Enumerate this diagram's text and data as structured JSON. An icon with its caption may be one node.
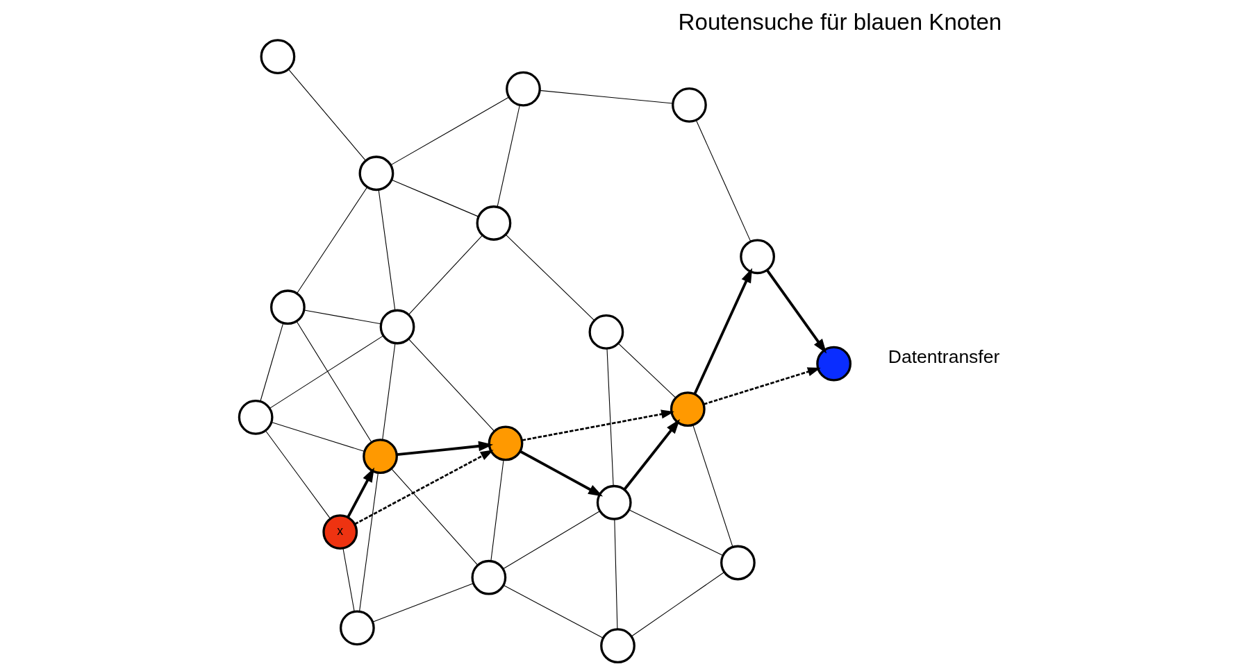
{
  "diagram": {
    "title": "Routensuche für blauen Knoten",
    "nodes": [
      {
        "text": [],
        "shape": "circle"
      },
      {
        "text": [],
        "shape": "circle"
      },
      {
        "text": [],
        "shape": "circle"
      },
      {
        "text": [
          "x"
        ]
      },
      {
        "text": [],
        "shape": "circle"
      },
      {
        "text": [],
        "shape": "circle"
      },
      {
        "text": [],
        "shape": "circle"
      },
      {
        "text": [],
        "shape": "circle"
      },
      {
        "text": [],
        "shape": "circle"
      },
      {
        "text": [],
        "shape": "circle"
      },
      {
        "text": [],
        "shape": "circle"
      },
      {
        "text": [],
        "shape": "circle"
      },
      {
        "text": [],
        "shape": "circle"
      },
      {
        "text": [],
        "shape": "circle"
      },
      {
        "text": [],
        "shape": "circle"
      },
      {
        "text": [],
        "shape": "circle"
      },
      {
        "text": [],
        "shape": "circle"
      },
      {
        "text": [],
        "shape": "circle"
      },
      {
        "text": [],
        "shape": "circle"
      },
      {
        "text": [],
        "shape": "circle"
      }
    ],
    "edges": [
      {
        "from": 0,
        "to": 3,
        "arrow": "none"
      },
      {
        "from": 0,
        "to": 4,
        "arrow": "none"
      },
      {
        "from": 0,
        "to": 2,
        "arrow": "none"
      },
      {
        "from": 2,
        "to": 1,
        "arrow": "none"
      },
      {
        "from": 2,
        "to": 4,
        "arrow": "none"
      },
      {
        "from": 2,
        "to": 5,
        "arrow": "none"
      },
      {
        "from": 2,
        "to": 6,
        "arrow": "none"
      },
      {
        "from": 1,
        "to": 6,
        "arrow": "none"
      },
      {
        "from": 1,
        "to": 7,
        "arrow": "none"
      },
      {
        "from": 3,
        "to": 8,
        "arrow": "none"
      },
      {
        "from": 4,
        "to": 8,
        "arrow": "none"
      },
      {
        "from": 4,
        "to": 12,
        "arrow": "none"
      },
      {
        "from": 4,
        "to": 11,
        "arrow": "none"
      },
      {
        "from": 5,
        "to": 11,
        "arrow": "none"
      },
      {
        "from": 6,
        "to": 7,
        "arrow": "none"
      },
      {
        "from": 6,
        "to": 10,
        "arrow": "none"
      },
      {
        "from": 7,
        "to": 9,
        "arrow": "none"
      },
      {
        "from": 8,
        "to": 11,
        "arrow": "none"
      },
      {
        "from": 8,
        "to": 12,
        "arrow": "none"
      },
      {
        "from": 9,
        "to": 10,
        "arrow": "none"
      },
      {
        "from": 10,
        "to": 13,
        "arrow": "none"
      },
      {
        "from": 11,
        "to": 12,
        "arrow": "none"
      },
      {
        "from": 11,
        "to": 13,
        "arrow": "none"
      },
      {
        "from": 11,
        "to": 15,
        "arrow": "none"
      },
      {
        "from": 12,
        "to": 15,
        "arrow": "none"
      },
      {
        "from": 13,
        "to": 15,
        "arrow": "none"
      },
      {
        "from": 13,
        "to": 17,
        "arrow": "none"
      },
      {
        "from": 15,
        "to": 18,
        "arrow": "none"
      },
      {
        "from": 15,
        "to": 17,
        "arrow": "none"
      },
      {
        "from": 17,
        "to": 19,
        "arrow": "none"
      },
      {
        "from": 19,
        "to": 16,
        "arrow": "none"
      },
      {
        "from": 3,
        "to": 4,
        "arrow": "to",
        "style": "thick"
      },
      {
        "from": 4,
        "to": 5,
        "arrow": "to",
        "style": "thick"
      },
      {
        "from": 5,
        "to": 6,
        "arrow": "to",
        "style": "thick"
      },
      {
        "from": 6,
        "to": 9,
        "arrow": "to",
        "style": "thick"
      },
      {
        "from": 9,
        "to": 16,
        "arrow": "to",
        "style": "thick"
      },
      {
        "from": 16,
        "to": 14,
        "arrow": "to",
        "style": "thick"
      },
      {
        "from": 3,
        "to": 5,
        "arrow": "to",
        "style": "dashed"
      },
      {
        "from": 5,
        "to": 9,
        "arrow": "to",
        "style": "dashed"
      },
      {
        "from": 9,
        "to": 14,
        "arrow": "to",
        "style": "dashed"
      }
    ],
    "labels": [
      "Datentransfer"
    ]
  }
}
